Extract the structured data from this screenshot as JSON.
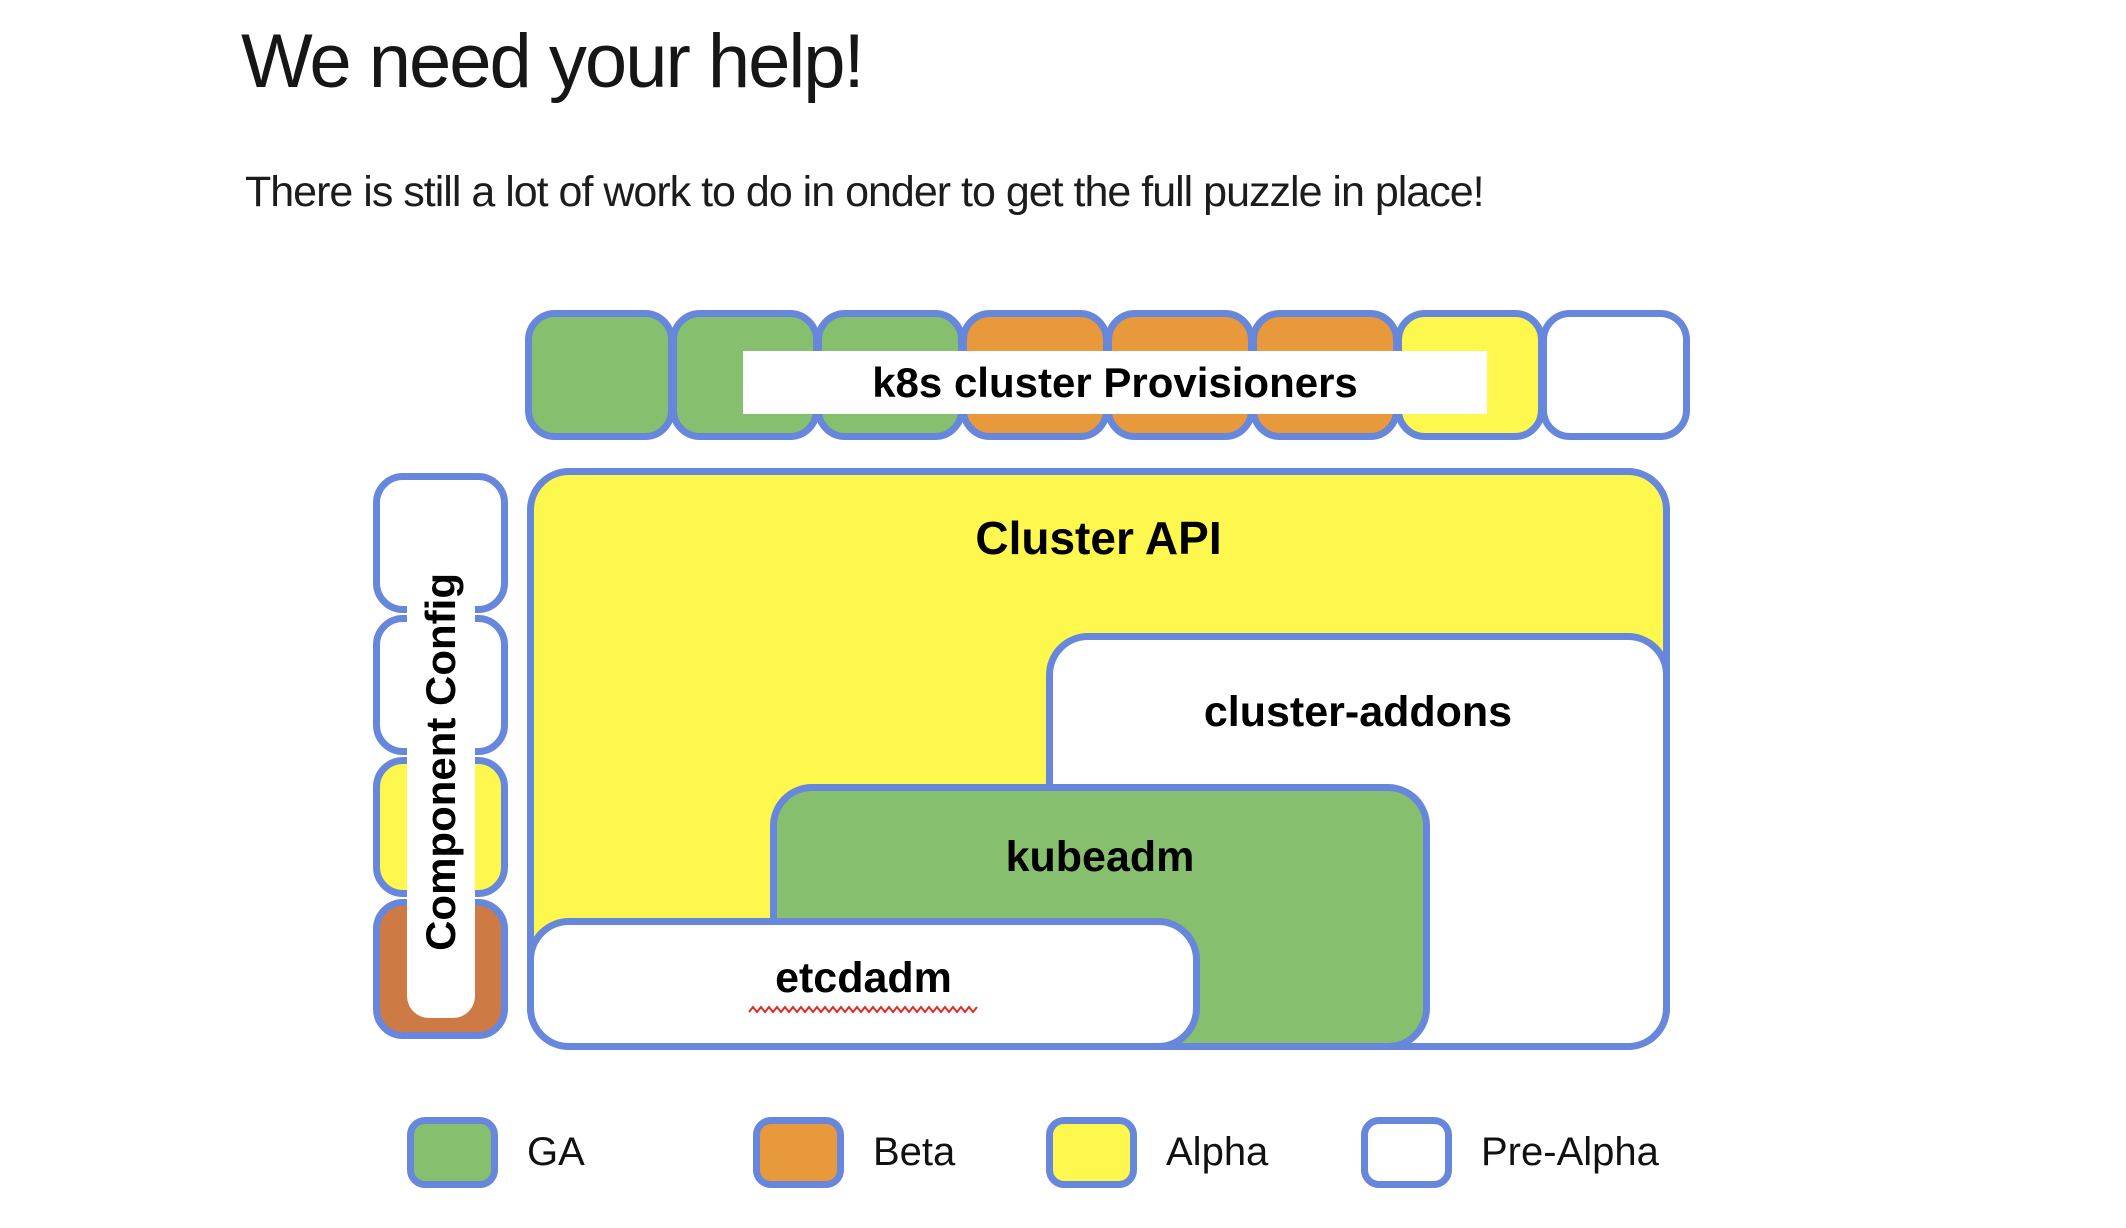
{
  "title": "We need your help!",
  "subtitle": "There is still a lot of work to do in onder to get the full puzzle in place!",
  "colors": {
    "ga_green": "#86C06F",
    "beta_orange": "#E8993B",
    "alpha_yellow": "#FDF74E",
    "pre_alpha_white": "#FFFFFF",
    "brick_orange": "#CD7A44",
    "border_blue": "#6687DC",
    "squiggle_red": "#D93025"
  },
  "puzzle": {
    "provisioners_row": {
      "label": "k8s cluster Provisioners",
      "pieces": [
        "ga_green",
        "ga_green",
        "ga_green",
        "beta_orange",
        "beta_orange",
        "beta_orange",
        "alpha_yellow",
        "pre_alpha_white"
      ]
    },
    "component_config_column": {
      "label": "Component Config",
      "pieces": [
        "pre_alpha_white",
        "pre_alpha_white",
        "alpha_yellow",
        "brick_orange"
      ]
    },
    "cluster_api": {
      "label": "Cluster API",
      "status": "alpha_yellow"
    },
    "cluster_addons": {
      "label": "cluster-addons",
      "status": "pre_alpha_white"
    },
    "kubeadm": {
      "label": "kubeadm",
      "status": "ga_green"
    },
    "etcdadm": {
      "label": "etcdadm",
      "status": "pre_alpha_white",
      "spellcheck_underline": true
    }
  },
  "legend": {
    "items": [
      {
        "label": "GA",
        "color": "ga_green"
      },
      {
        "label": "Beta",
        "color": "beta_orange"
      },
      {
        "label": "Alpha",
        "color": "alpha_yellow"
      },
      {
        "label": "Pre-Alpha",
        "color": "pre_alpha_white"
      }
    ],
    "item_lefts": [
      407,
      753,
      1046,
      1361
    ]
  }
}
